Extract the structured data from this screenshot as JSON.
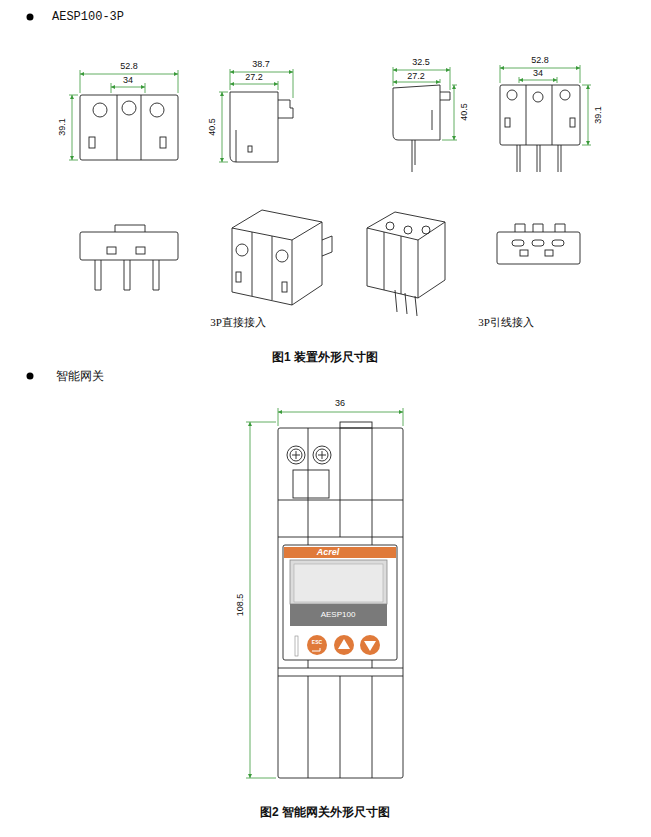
{
  "diagram": {
    "labels": [
      "AESP100-3P",
      "52.8",
      "34",
      "39.1",
      "38.7",
      "27.2",
      "40.5",
      "32.5",
      "27.2",
      "40.5",
      "52.8",
      "34",
      "39.1",
      "3P直接接入",
      "3P引线接入",
      "图1 装置外形尺寸图",
      "智能网关",
      "36",
      "108.5",
      "Acrel",
      "AESP100",
      "ESC",
      "图2 智能网关外形尺寸图"
    ]
  }
}
